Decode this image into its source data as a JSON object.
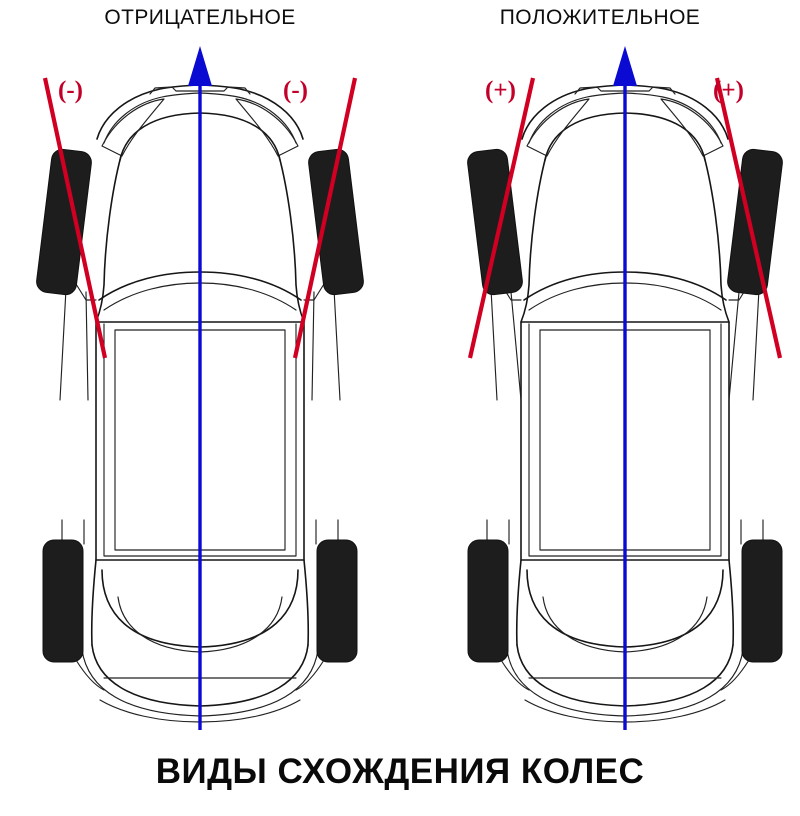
{
  "diagram": {
    "caption": "ВИДЫ СХОЖДЕНИЯ КОЛЕС",
    "background_color": "#ffffff",
    "outline_color": "#161616",
    "axis_color": "#0a0ad2",
    "toe_line_color": "#d10022",
    "tire_color": "#1d1d1d",
    "heading_color": "#0d0d0d"
  },
  "panels": [
    {
      "id": "negative",
      "heading": "ОТРИЦАТЕЛЬНОЕ",
      "sign": "(-)",
      "left_sign_label": "(-)",
      "right_sign_label": "(-)",
      "axis_name": "vehicle-centerline",
      "front_wheel_toe_degrees": -7,
      "rear_wheel_toe_degrees": 0
    },
    {
      "id": "positive",
      "heading": "ПОЛОЖИТЕЛЬНОЕ",
      "sign": "(+)",
      "left_sign_label": "(+)",
      "right_sign_label": "(+)",
      "axis_name": "vehicle-centerline",
      "front_wheel_toe_degrees": 7,
      "rear_wheel_toe_degrees": 0
    }
  ]
}
